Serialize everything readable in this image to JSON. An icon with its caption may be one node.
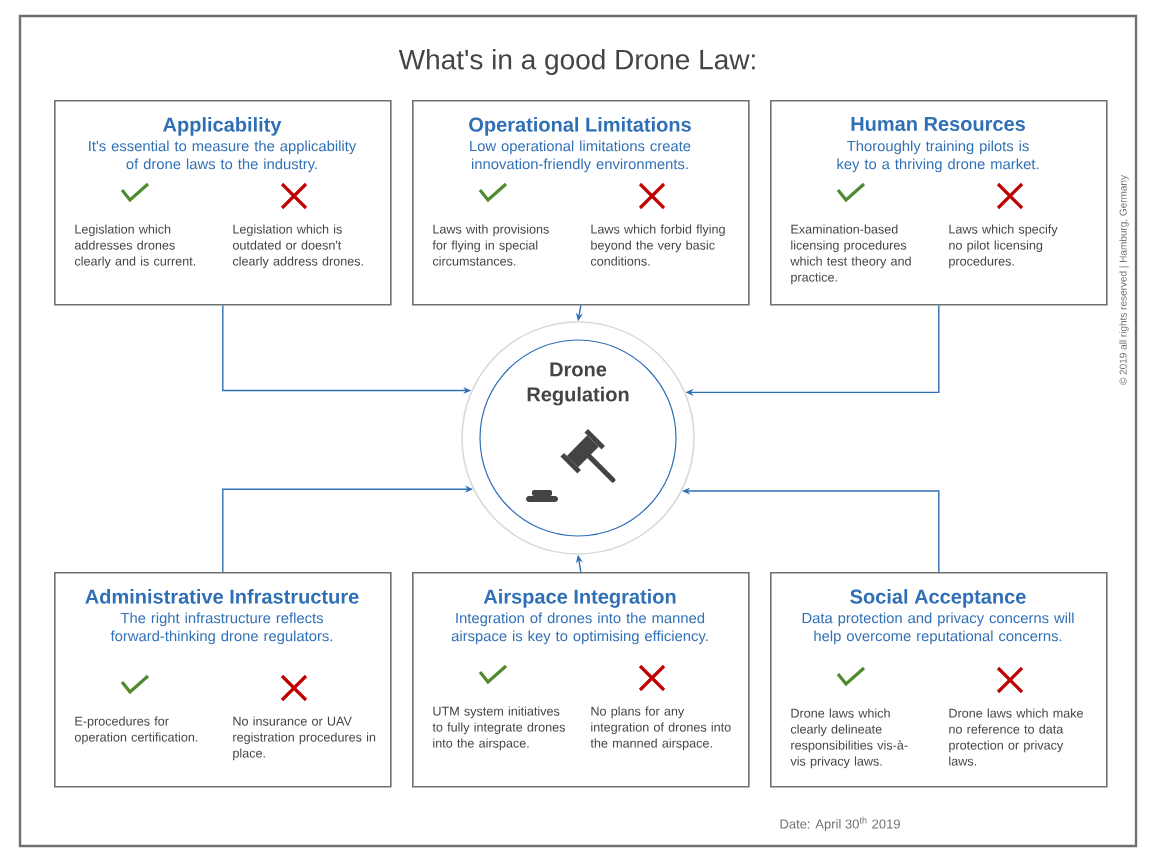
{
  "diagram": {
    "title": "What's in a good Drone Law:",
    "nodes": [
      {
        "text": [
          "Applicability",
          "It's essential to measure the applicability of drone laws to the industry.",
          "Legislation which addresses drones clearly and is current.",
          "Legislation which is outdated or doesn't clearly address drones."
        ]
      },
      {
        "text": [
          "Operational Limitations",
          "Low operational limitations create innovation-friendly environments.",
          "Laws with provisions for flying in special circumstances.",
          "Laws which forbid flying beyond the very basic conditions."
        ]
      },
      {
        "text": [
          "Human Resources",
          "Thoroughly training pilots is key to a thriving drone market.",
          "Examination-based licensing procedures which test theory and practice.",
          "Laws which specify no pilot licensing procedures."
        ]
      },
      {
        "text": [
          "Drone Regulation"
        ]
      },
      {
        "text": [
          "Administrative Infrastructure",
          "The right infrastructure reflects forward-thinking drone regulators.",
          "E-procedures for operation certification.",
          "No insurance or UAV registration procedures in place."
        ]
      },
      {
        "text": [
          "Airspace Integration",
          "Integration of drones into the manned airspace is key to optimising efficiency.",
          "UTM system initiatives to fully integrate drones into the airspace.",
          "No plans for any integration of drones into the manned airspace."
        ]
      },
      {
        "text": [
          "Social Acceptance",
          "Data protection and privacy concerns will help overcome reputational concerns.",
          "Drone laws which clearly delineate responsibilities vis-à-vis privacy laws.",
          "Drone laws which make no reference to data protection or privacy laws."
        ]
      }
    ],
    "edges": [
      {
        "from": 0,
        "to": 3,
        "arrow": "to"
      },
      {
        "from": 1,
        "to": 3,
        "arrow": "to"
      },
      {
        "from": 2,
        "to": 3,
        "arrow": "to"
      },
      {
        "from": 4,
        "to": 3,
        "arrow": "to"
      },
      {
        "from": 5,
        "to": 3,
        "arrow": "to"
      },
      {
        "from": 6,
        "to": 3,
        "arrow": "to"
      }
    ],
    "labels": [
      "Date: April 30$^{th}$ 2019",
      "© 2019 all rights reserved | Hamburg, Germany"
    ]
  }
}
